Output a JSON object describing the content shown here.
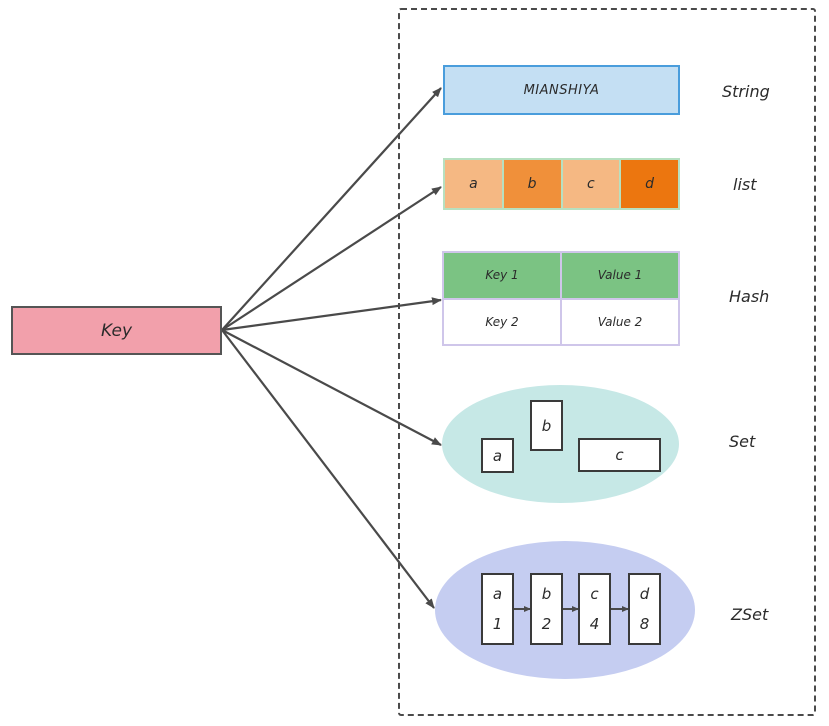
{
  "diagram": {
    "title": "Redis key to data types",
    "key": {
      "label": "Key",
      "color": "#f2a0ab"
    },
    "types": [
      {
        "name": "String",
        "label": "String"
      },
      {
        "name": "list",
        "label": "list"
      },
      {
        "name": "Hash",
        "label": "Hash"
      },
      {
        "name": "Set",
        "label": "Set"
      },
      {
        "name": "ZSet",
        "label": "ZSet"
      }
    ],
    "string": {
      "value": "MIANSHIYA",
      "fill": "#c4dff3",
      "stroke": "#4a9ddc"
    },
    "list": {
      "items": [
        {
          "label": "a",
          "color": "#f5b883"
        },
        {
          "label": "b",
          "color": "#f0903a"
        },
        {
          "label": "c",
          "color": "#f5b883"
        },
        {
          "label": "d",
          "color": "#ec760f"
        }
      ]
    },
    "hash": {
      "rows": [
        {
          "key": "Key 1",
          "value": "Value 1"
        },
        {
          "key": "Key 2",
          "value": "Value 2"
        }
      ],
      "header_color": "#7bc383"
    },
    "set": {
      "members": [
        "a",
        "b",
        "c"
      ],
      "color": "#c6e8e6"
    },
    "zset": {
      "members": [
        {
          "member": "a",
          "score": "1"
        },
        {
          "member": "b",
          "score": "2"
        },
        {
          "member": "c",
          "score": "4"
        },
        {
          "member": "d",
          "score": "8"
        }
      ],
      "color": "#c5cdf1"
    },
    "edge_color": "#4a4a4a"
  }
}
